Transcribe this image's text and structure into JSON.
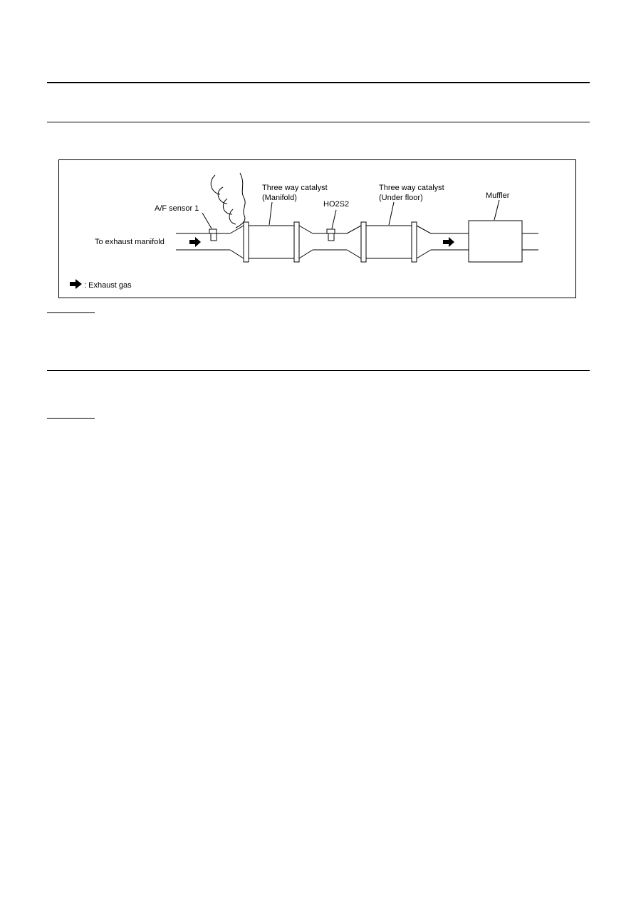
{
  "diagram": {
    "labels": {
      "af_sensor": "A/F sensor 1",
      "to_manifold": "To exhaust manifold",
      "catalyst_manifold_line1": "Three way catalyst",
      "catalyst_manifold_line2": "(Manifold)",
      "ho2s2": "HO2S2",
      "catalyst_underfloor_line1": "Three way catalyst",
      "catalyst_underfloor_line2": "(Under floor)",
      "muffler": "Muffler"
    },
    "legend": {
      "icon": "arrow-right-icon",
      "text": ": Exhaust gas"
    }
  }
}
